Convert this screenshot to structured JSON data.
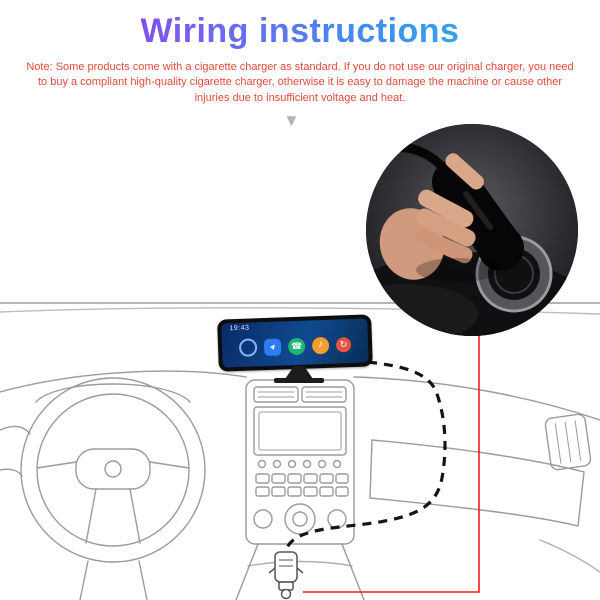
{
  "header": {
    "title": "Wiring instructions"
  },
  "note": {
    "text": "Note: Some products come with a cigarette charger as standard. If you do not use our original charger, you need to buy a compliant high-quality cigarette charger, otherwise it is easy to damage the machine or cause other injuries due to insufficient voltage and heat."
  },
  "glyphs": {
    "down_arrow": "▼"
  },
  "device_screen": {
    "time": "19:43",
    "icons": [
      {
        "name": "gauge-icon",
        "color": "#7fb4ff",
        "glyph": ""
      },
      {
        "name": "navigation-icon",
        "color": "#2f7bf5",
        "glyph": "▲"
      },
      {
        "name": "phone-icon",
        "color": "#21b573",
        "glyph": "☎"
      },
      {
        "name": "music-icon",
        "color": "#f59e2b",
        "glyph": "♪"
      },
      {
        "name": "cast-icon",
        "color": "#e8543f",
        "glyph": "↻"
      }
    ]
  },
  "colors": {
    "title_gradient": [
      "#8a2be2",
      "#7b5cf0",
      "#3f8ef0",
      "#22c3ea"
    ],
    "note_text": "#e24a3b",
    "drawing_stroke": "#9b9b9b",
    "dashed_cable": "#141414",
    "red_wire": "#ff1a1a",
    "device_body": "#0d0d0f",
    "device_screen_blue": "#0e4a8f"
  }
}
